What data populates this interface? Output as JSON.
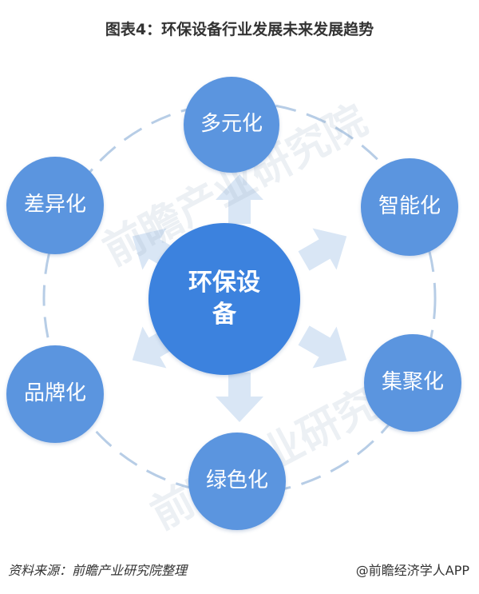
{
  "title": "图表4：环保设备行业发展未来发展趋势",
  "center": {
    "label": "环保设备"
  },
  "nodes": [
    {
      "id": "duoyuan",
      "label": "多元化"
    },
    {
      "id": "zhineng",
      "label": "智能化"
    },
    {
      "id": "jiju",
      "label": "集聚化"
    },
    {
      "id": "lvse",
      "label": "绿色化"
    },
    {
      "id": "pinpai",
      "label": "品牌化"
    },
    {
      "id": "chayi",
      "label": "差异化"
    }
  ],
  "footer": {
    "source": "资料来源：前瞻产业研究院整理",
    "brand": "@前瞻经济学人APP"
  },
  "watermark": "前瞻产业研究院",
  "colors": {
    "node": "#5b95df",
    "center": "#3c82de",
    "arrow": "#d9e6f5",
    "ring": "#b7cde6"
  }
}
